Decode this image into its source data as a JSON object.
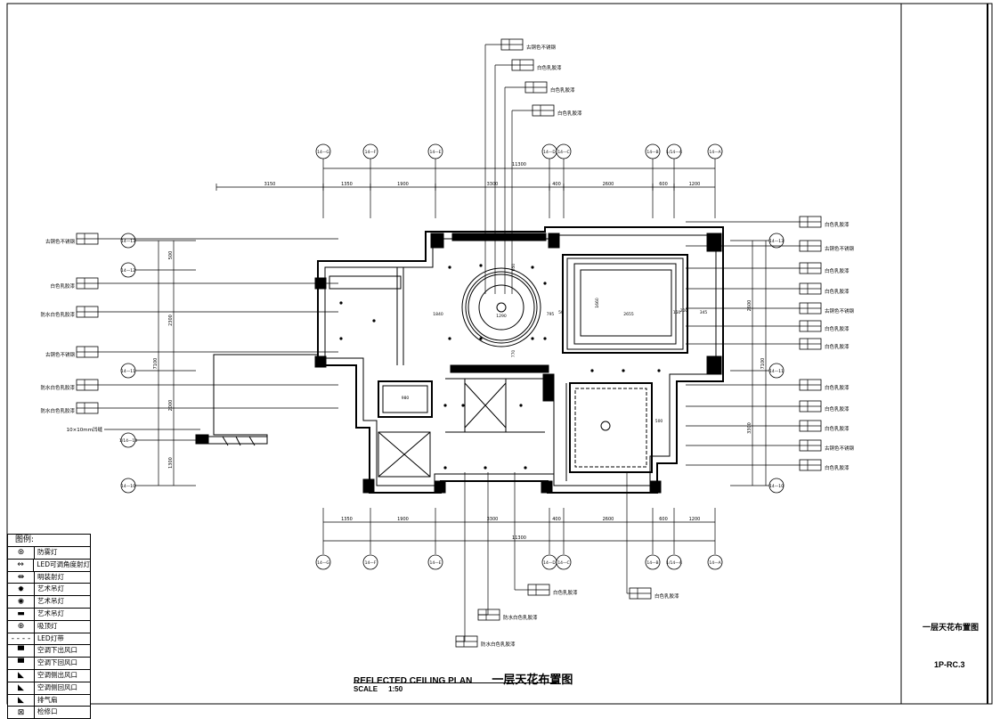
{
  "title": {
    "en": "REFLECTED CEILING PLAN",
    "cn": "一层天花布置图",
    "scale_label": "SCALE",
    "scale_value": "1:50"
  },
  "title_block": {
    "sheet_name": "一层天花布置图",
    "sheet_number": "1P-RC.3"
  },
  "legend": {
    "heading": "图例:",
    "items": [
      {
        "icon": "fog-light-icon",
        "glyph": "⊛",
        "label": "防雾灯"
      },
      {
        "icon": "led-adjustable-spotlight-icon",
        "glyph": "⇔",
        "label": "LED可调角度射灯"
      },
      {
        "icon": "surface-spotlight-icon",
        "glyph": "⇼",
        "label": "明装射灯"
      },
      {
        "icon": "art-pendant-light-icon",
        "glyph": "✹",
        "label": "艺术吊灯"
      },
      {
        "icon": "art-pendant-light-2-icon",
        "glyph": "✺",
        "label": "艺术吊灯"
      },
      {
        "icon": "linear-pendant-light-icon",
        "glyph": "▬",
        "label": "艺术吊灯"
      },
      {
        "icon": "ceiling-light-icon",
        "glyph": "⊕",
        "label": "吸顶灯"
      },
      {
        "icon": "led-strip-icon",
        "glyph": "- - - -",
        "label": "LED灯带"
      },
      {
        "icon": "ac-supply-vent-icon",
        "glyph": "▀",
        "label": "空调下出风口"
      },
      {
        "icon": "ac-return-vent-icon",
        "glyph": "▀",
        "label": "空调下回风口"
      },
      {
        "icon": "ac-side-supply-vent-icon",
        "glyph": "◣",
        "label": "空调侧出风口"
      },
      {
        "icon": "ac-side-return-vent-icon",
        "glyph": "◣",
        "label": "空调侧回风口"
      },
      {
        "icon": "exhaust-fan-icon",
        "glyph": "◣",
        "label": "排气扇"
      },
      {
        "icon": "access-panel-icon",
        "glyph": "⊠",
        "label": "检修口"
      }
    ]
  },
  "grid": {
    "columns": [
      "14—G",
      "14—F",
      "14—E",
      "14—D",
      "14—C",
      "14—B",
      "1/14—A",
      "14—A"
    ],
    "rows_left": [
      "14—13",
      "14—12",
      "14—11",
      "1/14—10",
      "14—10"
    ],
    "rows_right": [
      "14—13",
      "14—11",
      "14—10"
    ]
  },
  "dimensions": {
    "top_total": "11300",
    "top": [
      "3150",
      "1350",
      "1900",
      "3300",
      "400",
      "2600",
      "600",
      "1200"
    ],
    "bottom_total": "11300",
    "bottom": [
      "1350",
      "1900",
      "3300",
      "400",
      "2600",
      "600",
      "1200"
    ],
    "left": [
      "500",
      "2300",
      "2000",
      "1300"
    ],
    "left_total": "7100",
    "right": [
      "2600",
      "3300"
    ],
    "right_total": "7100",
    "interior": [
      "1840",
      "1290",
      "795",
      "1660",
      "2655",
      "980",
      "500",
      "50",
      "200",
      "150",
      "345",
      "770",
      "650"
    ]
  },
  "materials": {
    "bronze_steel": "古铜色不锈钢",
    "white_latex": "白色乳胶漆",
    "waterproof_white_latex": "防水白色乳胶漆",
    "groove": "10×10mm凹缝"
  },
  "tags": {
    "top": [
      "古铜色不锈钢",
      "白色乳胶漆",
      "白色乳胶漆",
      "白色乳胶漆"
    ],
    "left": [
      "古铜色不锈钢",
      "白色乳胶漆",
      "防水白色乳胶漆",
      "古铜色不锈钢",
      "防水白色乳胶漆",
      "防水白色乳胶漆"
    ],
    "right": [
      "白色乳胶漆",
      "古铜色不锈钢",
      "白色乳胶漆",
      "白色乳胶漆",
      "古铜色不锈钢",
      "白色乳胶漆",
      "白色乳胶漆",
      "白色乳胶漆",
      "白色乳胶漆",
      "白色乳胶漆",
      "古铜色不锈钢",
      "白色乳胶漆"
    ],
    "bottom": [
      "白色乳胶漆",
      "白色乳胶漆",
      "防水白色乳胶漆",
      "防水白色乳胶漆"
    ],
    "groove_note": "10×10mm凹缝"
  }
}
